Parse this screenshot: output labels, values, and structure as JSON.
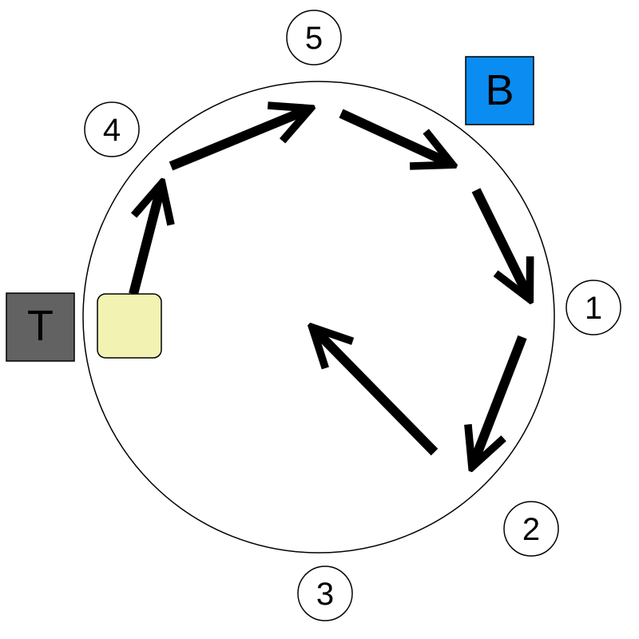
{
  "diagram": {
    "circle_stroke": "#000000",
    "arrow_color": "#000000",
    "nodes": [
      {
        "id": "1",
        "label": "1"
      },
      {
        "id": "2",
        "label": "2"
      },
      {
        "id": "3",
        "label": "3"
      },
      {
        "id": "4",
        "label": "4"
      },
      {
        "id": "5",
        "label": "5"
      }
    ],
    "boxes": {
      "t": {
        "label": "T",
        "fill": "#626262",
        "text_color": "#000000"
      },
      "b": {
        "label": "B",
        "fill": "#0a8cf0",
        "text_color": "#000000"
      },
      "start": {
        "label": "",
        "fill": "#f2f2b2"
      }
    }
  }
}
